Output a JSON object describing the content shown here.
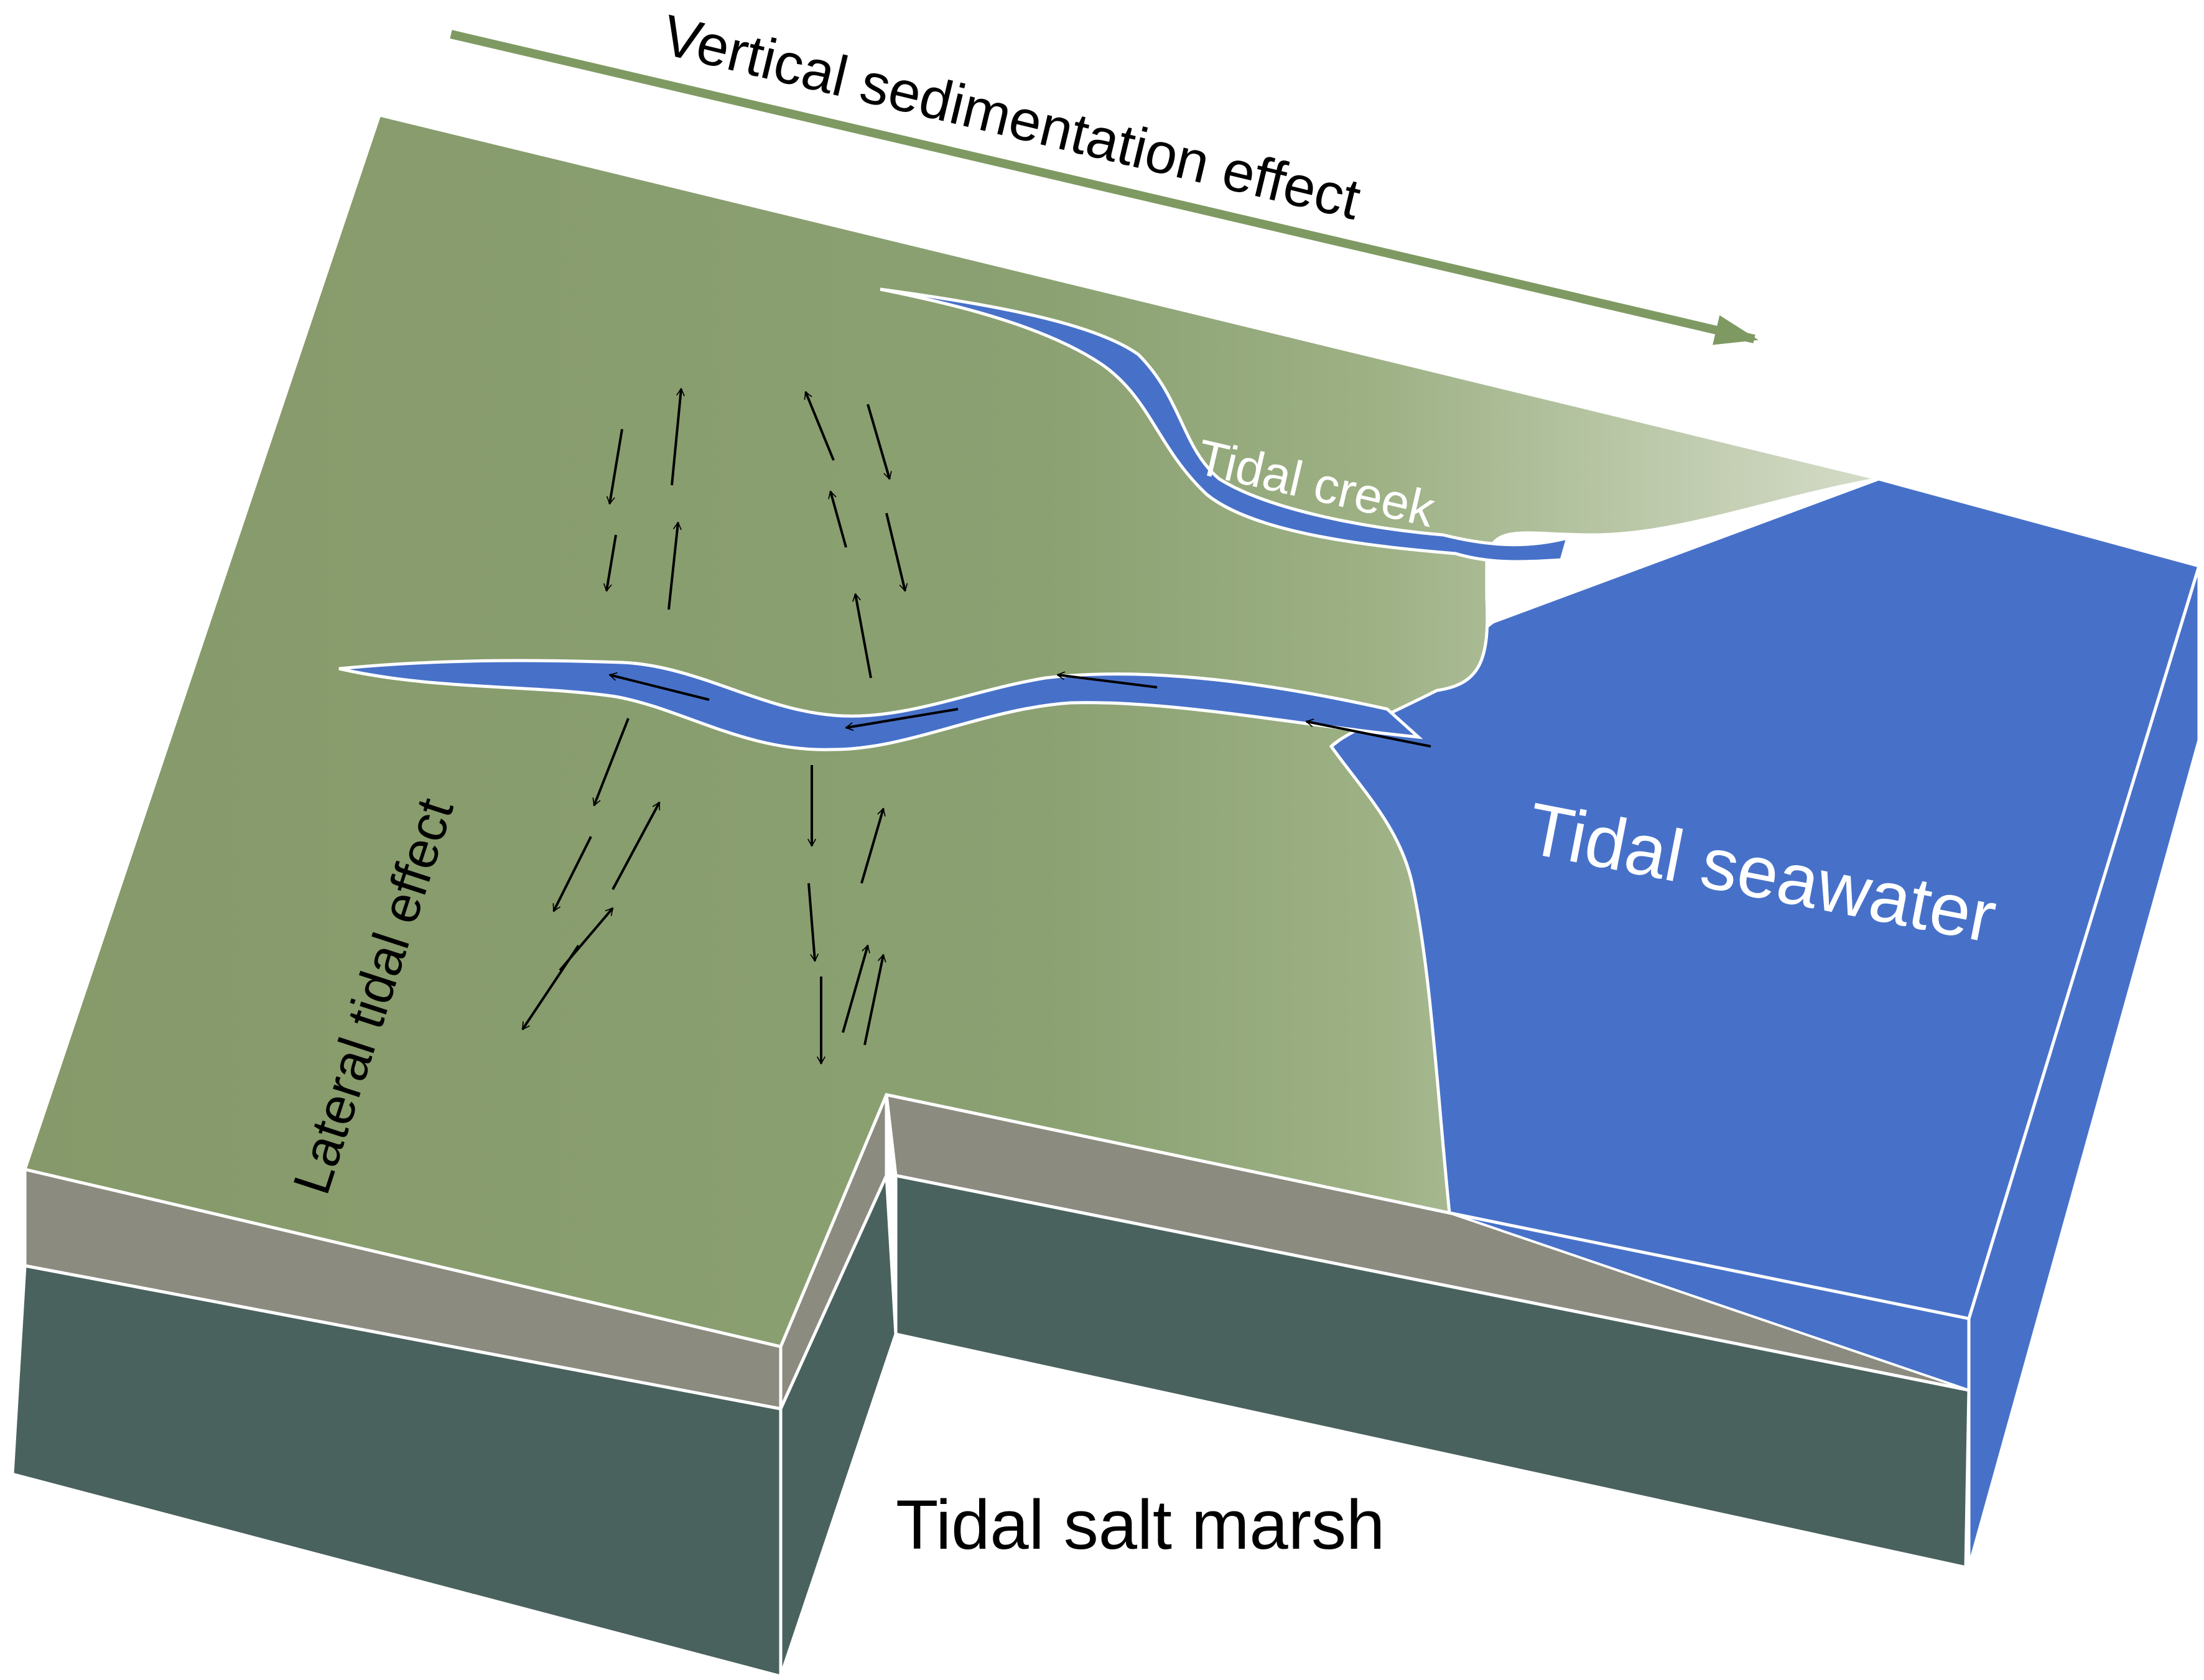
{
  "labels": {
    "vertical_effect": "Vertical sedimentation effect",
    "tidal_creek": "Tidal creek",
    "tidal_seawater": "Tidal seawater",
    "lateral_effect": "Lateral tidal effect",
    "salt_marsh": "Tidal salt marsh"
  },
  "colors": {
    "marsh_green": "#8aa070",
    "marsh_green_light": "#c2cdb2",
    "water_blue": "#4771c9",
    "soil_gray": "#8b8b80",
    "soil_dark": "#4a625e",
    "arrow_green": "#7e9a62",
    "outline": "#ffffff",
    "flow_arrow": "#000000"
  }
}
